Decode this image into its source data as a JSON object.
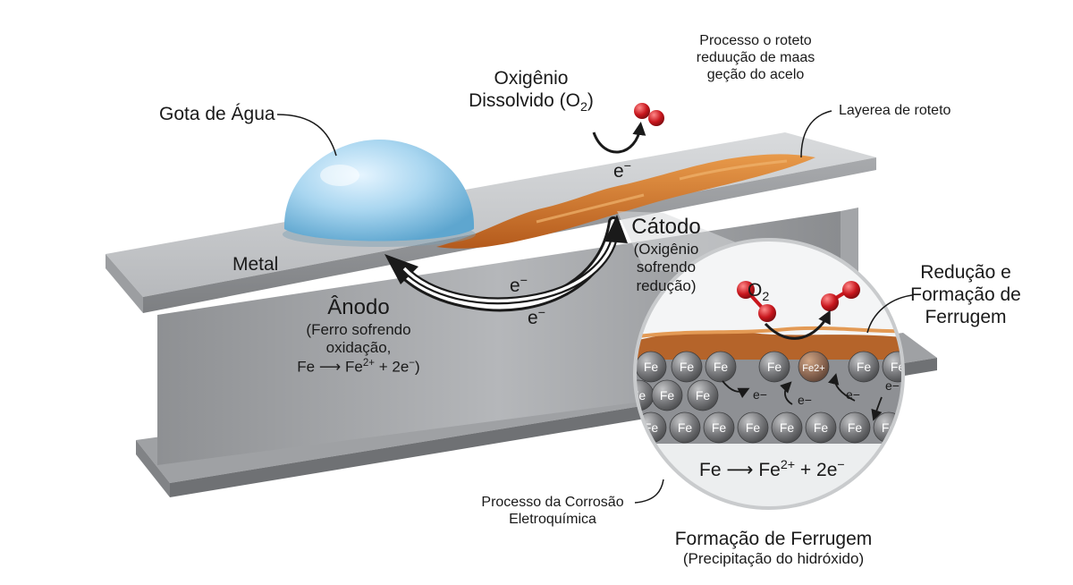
{
  "labels": {
    "water_drop": "Gota de Água",
    "metal": "Metal",
    "oxygen_line1": "Oxigênio",
    "oxygen_line2": "Dissolvido (O",
    "oxygen_sub": "2",
    "oxygen_close": ")",
    "process_line1": "Processo o roteto",
    "process_line2": "reduução de maas",
    "process_line3": "geção do acelo",
    "rust_layer": "Layerea de roteto",
    "cathode_title": "Cátodo",
    "cathode_line1": "(Oxigênio",
    "cathode_line2": "sofrendo",
    "cathode_line3": "redução)",
    "anode_title": "Ânodo",
    "anode_line1": "(Ferro sofrendo",
    "anode_line2": "oxidação,",
    "anode_eq_left": "Fe",
    "anode_eq_right": "Fe",
    "anode_eq_sup": "2+",
    "anode_eq_tail": " + 2e",
    "anode_eq_sup2": "−",
    "anode_eq_close": ")",
    "reduction_line1": "Redução e",
    "reduction_line2": "Formação de",
    "reduction_line3": "Ferrugem",
    "electrochem_line1": "Processo da Corrosão",
    "electrochem_line2": "Eletroquímica",
    "rust_formation_line1": "Formação de Ferrugem",
    "rust_formation_line2": "(Precipitação do hidróxido)",
    "zoom_eq_left": "Fe",
    "zoom_eq_right": "Fe",
    "zoom_eq_sup": "2+",
    "zoom_eq_tail": " + 2e",
    "zoom_eq_sup2": "−",
    "zoom_o2": "O",
    "zoom_o2_sub": "2",
    "electron": "e",
    "electron_sup": "−",
    "iron_atom": "Fe",
    "iron_ion": "Fe",
    "iron_ion_sup": "2+"
  },
  "colors": {
    "steel_top": "#c9cbcd",
    "steel_side": "#9a9c9f",
    "rust": "#d8782a",
    "water": "#9fd0ec",
    "oxygen_atom": "#c8161d",
    "iron_atom": "#6e6f72",
    "arrow": "#1a1a1a"
  }
}
